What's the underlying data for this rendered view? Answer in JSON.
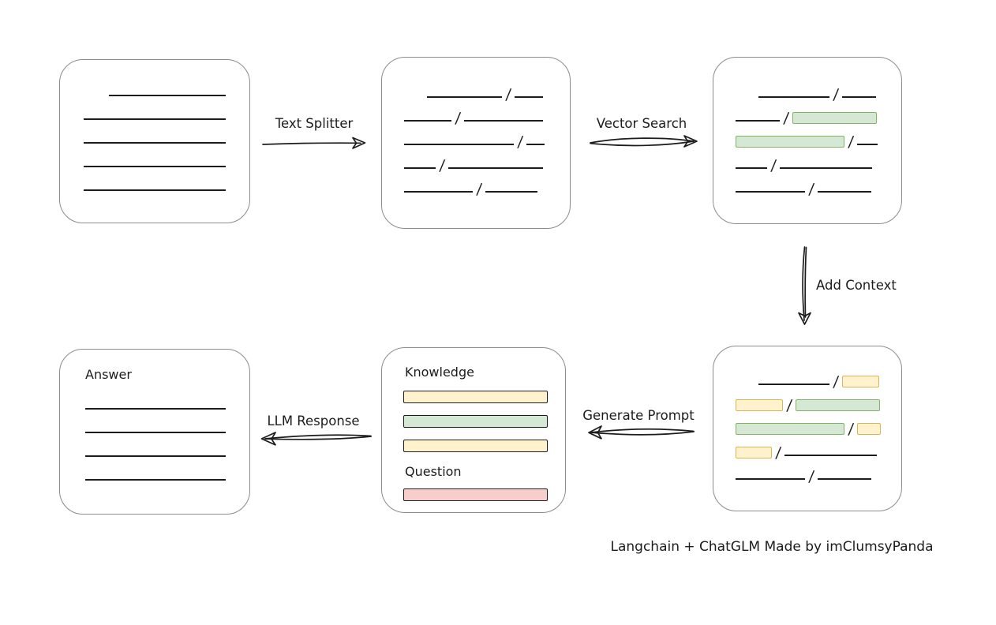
{
  "caption": "Langchain + ChatGLM Made by imClumsyPanda",
  "colors": {
    "ink": "#1c1c1c",
    "box_border": "#8c8c8c",
    "green_fill": "#d5e8d4",
    "green_border": "#82b366",
    "yellow_fill": "#fff2cc",
    "yellow_border": "#d6b656",
    "red_fill": "#f8cecc",
    "red_border": "#b85450"
  },
  "arrows": [
    {
      "id": "text-splitter",
      "label": "Text Splitter"
    },
    {
      "id": "vector-search",
      "label": "Vector Search"
    },
    {
      "id": "add-context",
      "label": "Add Context"
    },
    {
      "id": "generate-prompt",
      "label": "Generate Prompt"
    },
    {
      "id": "llm-response",
      "label": "LLM Response"
    }
  ],
  "boxes": {
    "document": {
      "lines": [
        {
          "w": 148,
          "indent": 32
        },
        {
          "w": 180
        },
        {
          "w": 180
        },
        {
          "w": 180
        },
        {
          "w": 180
        }
      ]
    },
    "chunks": {
      "rows": [
        {
          "indent": 29,
          "segs": [
            {
              "t": "line",
              "w": 95
            },
            {
              "t": "line",
              "w": 36
            }
          ]
        },
        {
          "segs": [
            {
              "t": "line",
              "w": 60
            },
            {
              "t": "line",
              "w": 100
            }
          ]
        },
        {
          "segs": [
            {
              "t": "line",
              "w": 139
            },
            {
              "t": "line",
              "w": 23
            }
          ]
        },
        {
          "segs": [
            {
              "t": "line",
              "w": 40
            },
            {
              "t": "line",
              "w": 120
            }
          ]
        },
        {
          "segs": [
            {
              "t": "line",
              "w": 87
            },
            {
              "t": "line",
              "w": 66
            }
          ]
        }
      ]
    },
    "matched": {
      "rows": [
        {
          "indent": 29,
          "segs": [
            {
              "t": "line",
              "w": 90
            },
            {
              "t": "line",
              "w": 43
            }
          ]
        },
        {
          "segs": [
            {
              "t": "line",
              "w": 56
            },
            {
              "t": "green",
              "w": 107
            }
          ]
        },
        {
          "segs": [
            {
              "t": "green",
              "w": 138
            },
            {
              "t": "line",
              "w": 26
            }
          ]
        },
        {
          "segs": [
            {
              "t": "line",
              "w": 40
            },
            {
              "t": "line",
              "w": 117
            }
          ]
        },
        {
          "segs": [
            {
              "t": "line",
              "w": 88
            },
            {
              "t": "line",
              "w": 68
            }
          ]
        }
      ]
    },
    "context": {
      "rows": [
        {
          "indent": 29,
          "segs": [
            {
              "t": "line",
              "w": 90
            },
            {
              "t": "yellow",
              "w": 47
            }
          ]
        },
        {
          "segs": [
            {
              "t": "yellow",
              "w": 60
            },
            {
              "t": "green",
              "w": 107
            }
          ]
        },
        {
          "segs": [
            {
              "t": "green",
              "w": 138
            },
            {
              "t": "yellow",
              "w": 30
            }
          ]
        },
        {
          "segs": [
            {
              "t": "yellow",
              "w": 46
            },
            {
              "t": "line",
              "w": 117
            }
          ]
        },
        {
          "segs": [
            {
              "t": "line",
              "w": 88
            },
            {
              "t": "line",
              "w": 68
            }
          ]
        }
      ]
    },
    "prompt": {
      "knowledge_label": "Knowledge",
      "question_label": "Question",
      "knowledge_bars": [
        "yellow",
        "green",
        "yellow"
      ],
      "question_bars": [
        "red"
      ]
    },
    "answer": {
      "label": "Answer",
      "lines": [
        {
          "w": 178
        },
        {
          "w": 178
        },
        {
          "w": 178
        },
        {
          "w": 178
        }
      ]
    }
  }
}
